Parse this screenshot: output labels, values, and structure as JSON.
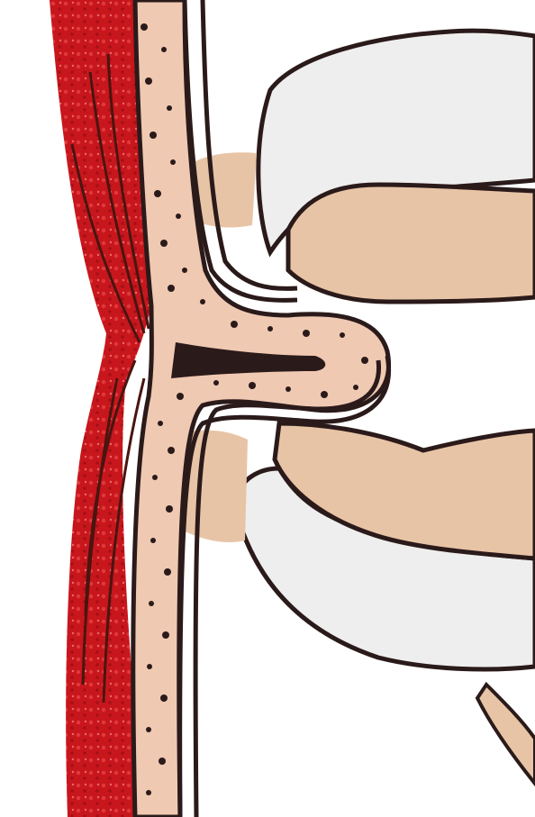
{
  "colors": {
    "background": "#ffffff",
    "muscle": "#c8161d",
    "muscle_light": "#e0393c",
    "dotted_layer": "#efc9b2",
    "tissue_peach": "#e8c4a6",
    "tissue_grey": "#eeeeee",
    "outline": "#2b1a1a",
    "dots": "#2b1a1a"
  },
  "icons": {
    "muscle_wall": "muscle-wall",
    "dotted_layer": "dotted-wall-layer",
    "herniated_loop": "herniation-loop",
    "upper_tube": "upper-tube-loop",
    "lower_tube": "lower-tube-loop"
  }
}
